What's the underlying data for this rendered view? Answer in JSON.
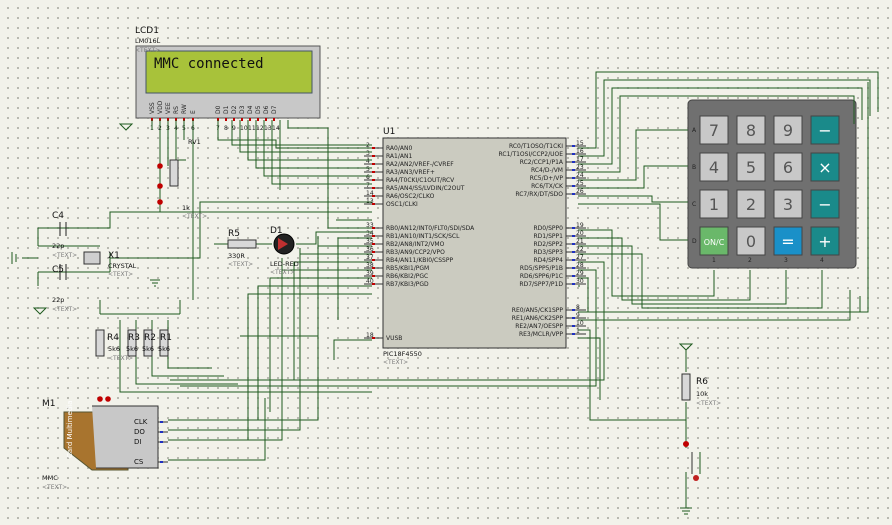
{
  "lcd": {
    "ref": "LCD1",
    "part": "LM016L",
    "text_tag": "<TEXT>",
    "display": "MMC connected",
    "pins": [
      "VSS",
      "VDD",
      "VEE",
      "RS",
      "RW",
      "E",
      "D0",
      "D1",
      "D2",
      "D3",
      "D4",
      "D5",
      "D6",
      "D7"
    ],
    "pin_nums": [
      "1",
      "2",
      "3",
      "4",
      "5",
      "6",
      "7",
      "8",
      "9",
      "10",
      "11",
      "12",
      "13",
      "14"
    ]
  },
  "mcu": {
    "ref": "U1",
    "part": "PIC18F4550",
    "text_tag": "<TEXT>",
    "left_pins": [
      {
        "n": "2",
        "l": "RA0/AN0"
      },
      {
        "n": "3",
        "l": "RA1/AN1"
      },
      {
        "n": "4",
        "l": "RA2/AN2/VREF-/CVREF"
      },
      {
        "n": "5",
        "l": "RA3/AN3/VREF+"
      },
      {
        "n": "6",
        "l": "RA4/T0CKI/C1OUT/RCV"
      },
      {
        "n": "7",
        "l": "RA5/AN4/SS/LVDIN/C2OUT"
      },
      {
        "n": "14",
        "l": "RA6/OSC2/CLKO"
      },
      {
        "n": "13",
        "l": "OSC1/CLKI"
      },
      {
        "n": "33",
        "l": "RB0/AN12/INT0/FLT0/SDI/SDA"
      },
      {
        "n": "34",
        "l": "RB1/AN10/INT1/SCK/SCL"
      },
      {
        "n": "35",
        "l": "RB2/AN8/INT2/VMO"
      },
      {
        "n": "36",
        "l": "RB3/AN9/CCP2/VPO"
      },
      {
        "n": "37",
        "l": "RB4/AN11/KBI0/CSSPP"
      },
      {
        "n": "38",
        "l": "RB5/KBI1/PGM"
      },
      {
        "n": "39",
        "l": "RB6/KBI2/PGC"
      },
      {
        "n": "40",
        "l": "RB7/KBI3/PGD"
      },
      {
        "n": "18",
        "l": "VUSB"
      }
    ],
    "right_pins": [
      {
        "n": "15",
        "l": "RC0/T1OSO/T1CKI"
      },
      {
        "n": "16",
        "l": "RC1/T1OSI/CCP2/UOE"
      },
      {
        "n": "17",
        "l": "RC2/CCP1/P1A"
      },
      {
        "n": "23",
        "l": "RC4/D-/VM"
      },
      {
        "n": "24",
        "l": "RC5/D+/VP"
      },
      {
        "n": "25",
        "l": "RC6/TX/CK"
      },
      {
        "n": "26",
        "l": "RC7/RX/DT/SDO"
      },
      {
        "n": "19",
        "l": "RD0/SPP0"
      },
      {
        "n": "20",
        "l": "RD1/SPP1"
      },
      {
        "n": "21",
        "l": "RD2/SPP2"
      },
      {
        "n": "22",
        "l": "RD3/SPP3"
      },
      {
        "n": "27",
        "l": "RD4/SPP4"
      },
      {
        "n": "28",
        "l": "RD5/SPP5/P1B"
      },
      {
        "n": "29",
        "l": "RD6/SPP6/P1C"
      },
      {
        "n": "30",
        "l": "RD7/SPP7/P1D"
      },
      {
        "n": "8",
        "l": "RE0/AN5/CK1SPP"
      },
      {
        "n": "9",
        "l": "RE1/AN6/CK2SPP"
      },
      {
        "n": "10",
        "l": "RE2/AN7/OESPP"
      },
      {
        "n": "1",
        "l": "RE3/MCLR/VPP"
      }
    ]
  },
  "keypad": {
    "keys": [
      "7",
      "8",
      "9",
      "−",
      "4",
      "5",
      "6",
      "×",
      "1",
      "2",
      "3",
      "−",
      "ON/C",
      "0",
      "=",
      "+"
    ],
    "rows": [
      "A",
      "B",
      "C",
      "D"
    ],
    "cols": [
      "1",
      "2",
      "3",
      "4"
    ],
    "colors": {
      "num": "#c8c8c8",
      "op": "#1a8a8a",
      "eq": "#1a90c8",
      "on": "#6ab86a",
      "body": "#707070"
    }
  },
  "components": {
    "c4": {
      "ref": "C4",
      "val": "22p"
    },
    "c5": {
      "ref": "C5",
      "val": "22p"
    },
    "x1": {
      "ref": "X1",
      "val": "CRYSTAL"
    },
    "rv1": {
      "ref": "RV1",
      "val": "1k"
    },
    "r5": {
      "ref": "R5",
      "val": "330R"
    },
    "d1": {
      "ref": "D1",
      "val": "LED-RED"
    },
    "r1": {
      "ref": "R1",
      "val": "5k6"
    },
    "r2": {
      "ref": "R2",
      "val": "5k6"
    },
    "r3": {
      "ref": "R3",
      "val": "5k6"
    },
    "r4": {
      "ref": "R4",
      "val": "5k6"
    },
    "r6": {
      "ref": "R6",
      "val": "10k"
    },
    "m1": {
      "ref": "M1",
      "part": "MMC",
      "card": "Card\nMultimedia",
      "pins": [
        "CLK",
        "DO",
        "DI",
        "CS"
      ]
    }
  },
  "text_tag": "<TEXT>"
}
